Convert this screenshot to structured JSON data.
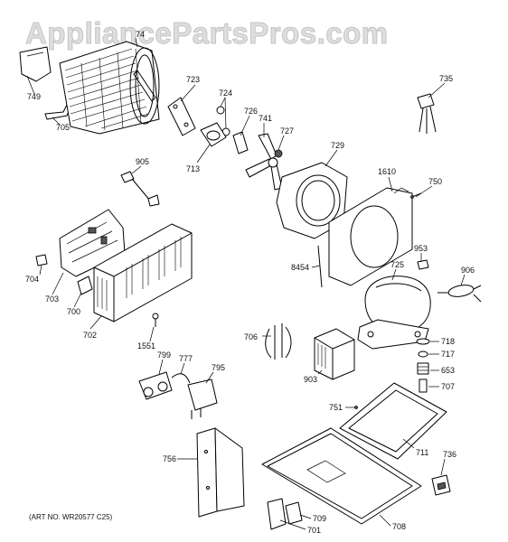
{
  "watermark": "AppliancePartsPros.com",
  "art_number": "(ART NO. WR20577 C25)",
  "callouts": {
    "c749": "749",
    "c705": "705",
    "c74x": "74",
    "c723": "723",
    "c724": "724",
    "c726": "726",
    "c741": "741",
    "c727": "727",
    "c713": "713",
    "c729": "729",
    "c735": "735",
    "c905": "905",
    "c1610": "1610",
    "c750": "750",
    "c953": "953",
    "c8454": "8454",
    "c725": "725",
    "c906": "906",
    "c704": "704",
    "c703": "703",
    "c700": "700",
    "c702": "702",
    "c1551": "1551",
    "c706": "706",
    "c718": "718",
    "c717": "717",
    "c653": "653",
    "c903": "903",
    "c707": "707",
    "c799": "799",
    "c777": "777",
    "c795": "795",
    "c751": "751",
    "c711": "711",
    "c756": "756",
    "c736": "736",
    "c709": "709",
    "c701": "701",
    "c708": "708"
  }
}
